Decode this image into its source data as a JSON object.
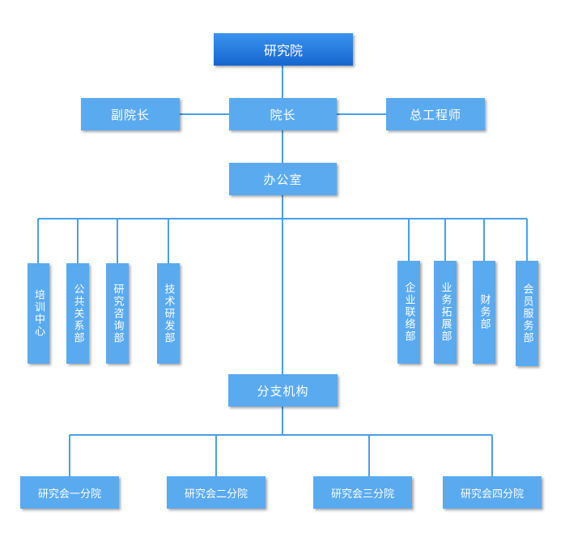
{
  "diagram": {
    "top": "研究院",
    "director": "院长",
    "deputy": "副院长",
    "chief_engineer": "总工程师",
    "office": "办公室",
    "departments": [
      "培训中心",
      "公共关系部",
      "研究咨询部",
      "技术研发部",
      "企业联络部",
      "业务拓展部",
      "财务部",
      "会员服务部"
    ],
    "branch": "分支机构",
    "branches": [
      "研究会一分院",
      "研究会二分院",
      "研究会三分院",
      "研究会四分院"
    ],
    "line_color": "#4a9ee8",
    "box_color": "#5aaaf0",
    "top_box_color": "#1a6fd6"
  }
}
